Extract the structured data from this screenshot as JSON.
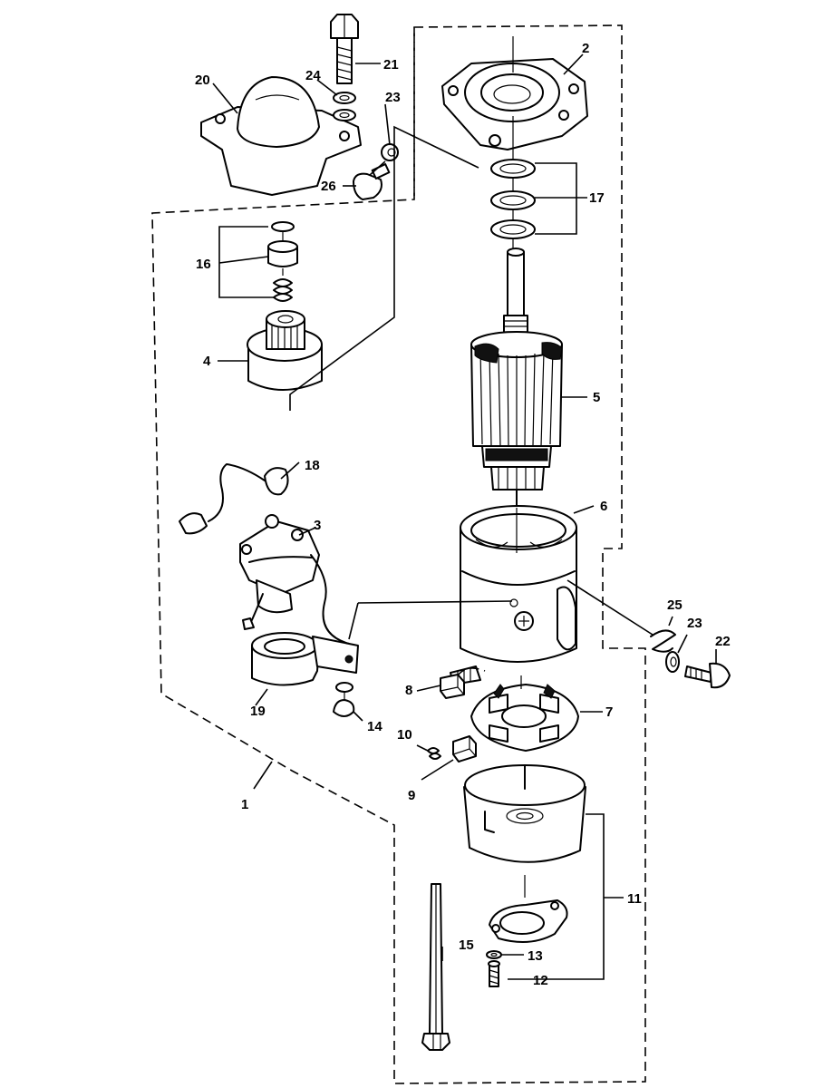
{
  "callouts": {
    "c1": "1",
    "c2": "2",
    "c3": "3",
    "c4": "4",
    "c5": "5",
    "c6": "6",
    "c7": "7",
    "c8": "8",
    "c9": "9",
    "c10": "10",
    "c11": "11",
    "c12": "12",
    "c13": "13",
    "c14": "14",
    "c15": "15",
    "c16": "16",
    "c17": "17",
    "c18": "18",
    "c19": "19",
    "c20": "20",
    "c21": "21",
    "c22": "22",
    "c23a": "23",
    "c23b": "23",
    "c24": "24",
    "c25": "25",
    "c26": "26"
  }
}
